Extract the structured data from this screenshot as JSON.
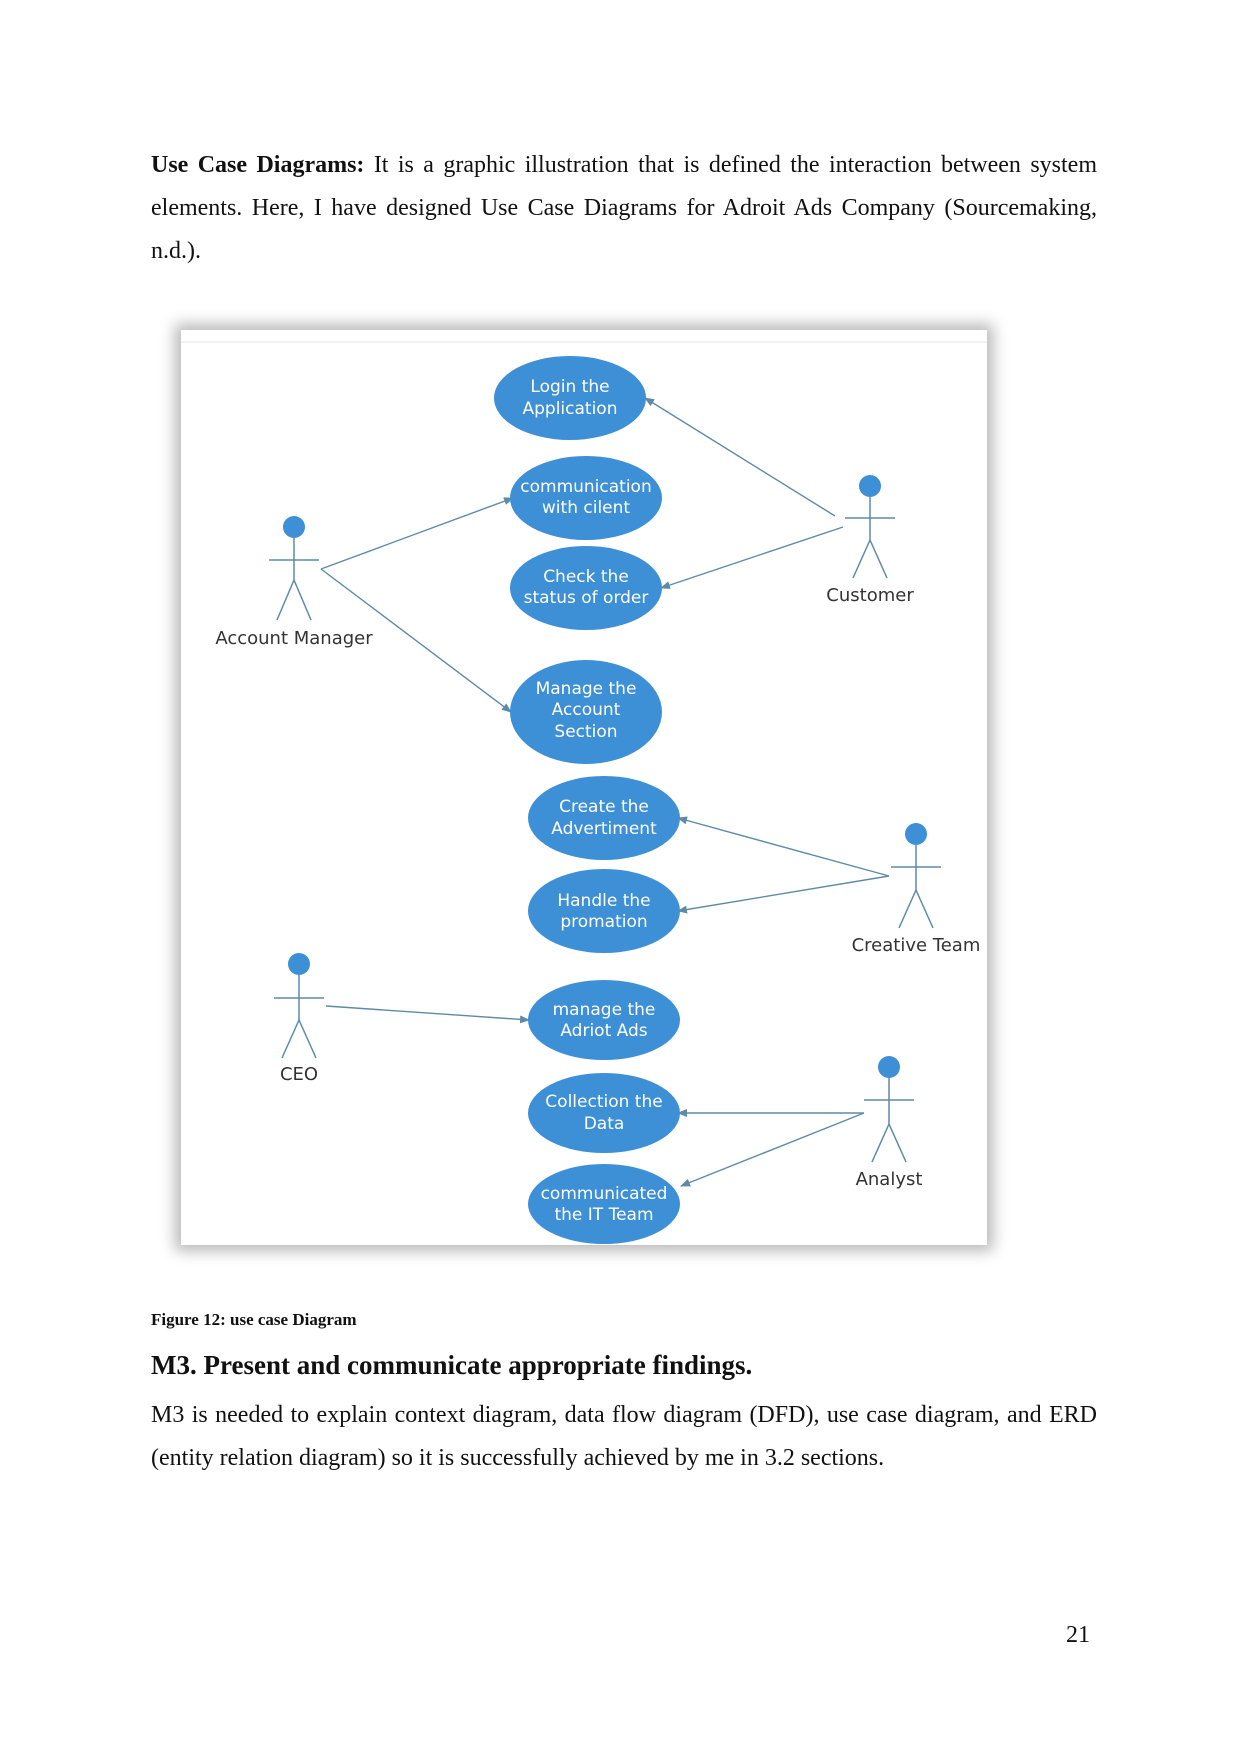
{
  "intro": {
    "bold": "Use Case Diagrams:",
    "text": " It is a graphic illustration that is defined the interaction between system elements. Here, I have designed Use Case Diagrams for Adroit Ads Company (Sourcemaking, n.d.)."
  },
  "diagram": {
    "actors": {
      "account_manager": "Account Manager",
      "customer": "Customer",
      "creative_team": "Creative Team",
      "ceo": "CEO",
      "analyst": "Analyst"
    },
    "use_cases": [
      [
        "Login the",
        "Application"
      ],
      [
        "communication",
        "with cilent"
      ],
      [
        "Check the",
        "status of order"
      ],
      [
        "Manage the",
        "Account",
        "Section"
      ],
      [
        "Create the",
        "Advertiment"
      ],
      [
        "Handle the",
        "promation"
      ],
      [
        "manage the",
        "Adriot Ads"
      ],
      [
        "Collection the",
        "Data"
      ],
      [
        "communicated",
        "the IT Team"
      ]
    ],
    "colors": {
      "ellipse": "#3d8fd6",
      "line": "#5f8aa6",
      "actor": "#3d8fd6"
    }
  },
  "caption": "Figure 12: use case Diagram",
  "heading": "M3. Present and communicate appropriate findings.",
  "body": "M3 is needed to explain context diagram, data flow diagram (DFD), use case diagram, and ERD (entity relation diagram) so it is successfully achieved by me in 3.2 sections.",
  "page_number": "21"
}
